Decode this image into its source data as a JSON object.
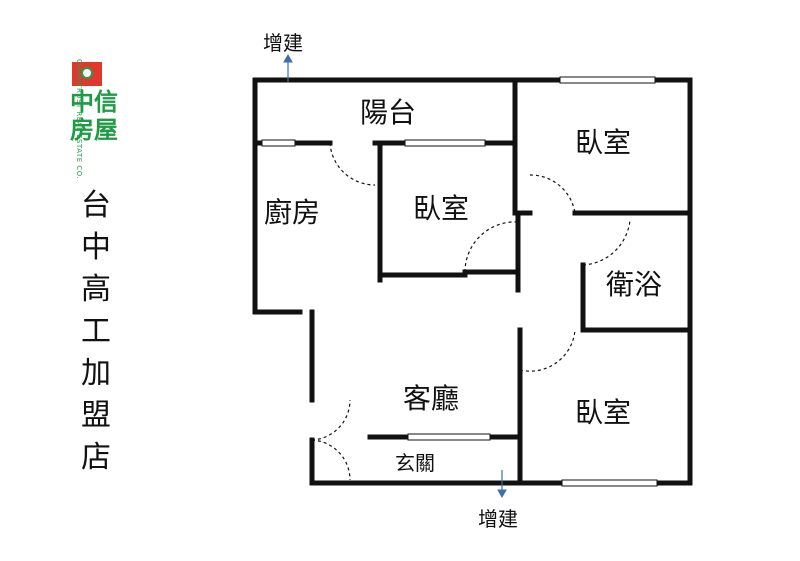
{
  "logo": {
    "english": "CHINATRUST REAL ESTATE CO.",
    "chinese": "中信房屋"
  },
  "branch_name": "台中高工加盟店",
  "rooms": {
    "balcony": "陽台",
    "kitchen": "廚房",
    "bedroom_middle": "臥室",
    "bedroom_top_right": "臥室",
    "bathroom": "衛浴",
    "living_room": "客廳",
    "bedroom_bottom_right": "臥室",
    "entrance": "玄關"
  },
  "annotations": {
    "extension_top": "增建",
    "extension_bottom": "增建"
  },
  "colors": {
    "wall": "#111111",
    "arrow": "#3b6fb0",
    "logo_green": "#1f9a45",
    "logo_red": "#e0382c"
  }
}
